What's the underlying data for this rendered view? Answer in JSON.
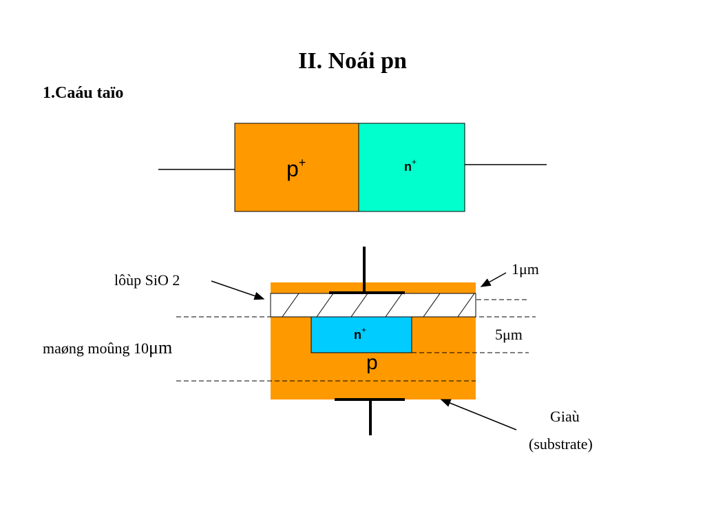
{
  "slide": {
    "title": "II. Noái pn",
    "subtitle": "1.Caáu taïo"
  },
  "diode": {
    "p_region": "p",
    "p_sup": "+",
    "n_region": "n",
    "n_sup": "+",
    "colors": {
      "p": "#FF9900",
      "n": "#00FFCC"
    }
  },
  "cross_section": {
    "oxide_label": "lôùp SiO 2",
    "wafer_label_prefix": "maøng moûng 10",
    "wafer_label_unit": "μm",
    "oxide_thickness_prefix": "1",
    "oxide_thickness_unit": "μm",
    "junction_depth_prefix": "5",
    "junction_depth_unit": "μm",
    "n_region": "n",
    "n_sup": "+",
    "p_region": "p",
    "substrate_label_1": "Giaù",
    "substrate_label_2": "(substrate)",
    "colors": {
      "substrate": "#FF9900",
      "n_well": "#00CCFF"
    }
  }
}
